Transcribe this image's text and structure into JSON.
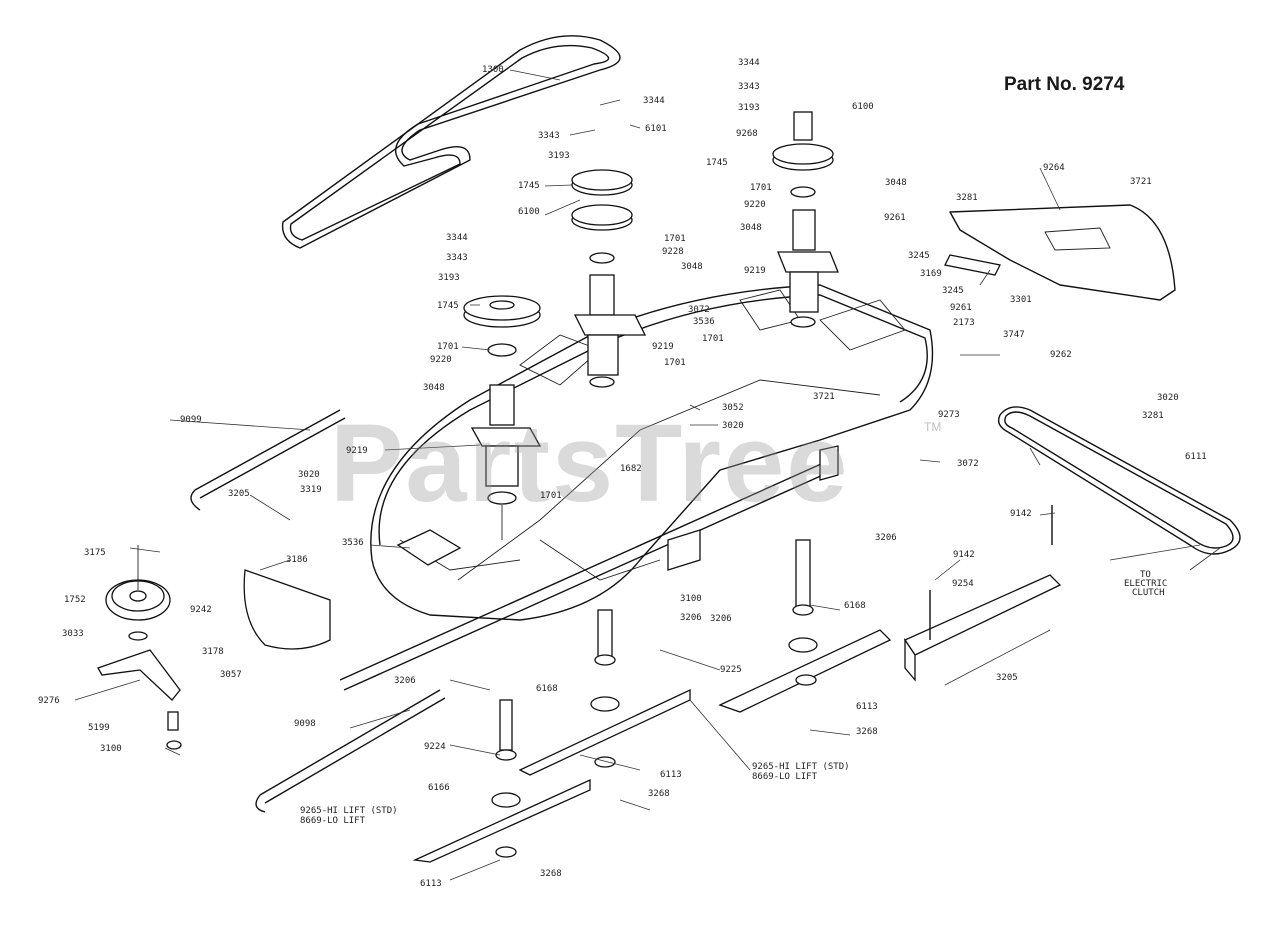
{
  "title": "Part No. 9274",
  "watermark": "PartsTree",
  "trademark": "TM",
  "labels": [
    {
      "id": "l1300",
      "text": "1300"
    },
    {
      "id": "l3344a",
      "text": "3344"
    },
    {
      "id": "l3343a",
      "text": "3343"
    },
    {
      "id": "l3193a",
      "text": "3193"
    },
    {
      "id": "l6101",
      "text": "6101"
    },
    {
      "id": "l1745a",
      "text": "1745"
    },
    {
      "id": "l6100a",
      "text": "6100"
    },
    {
      "id": "l3344b",
      "text": "3344"
    },
    {
      "id": "l3343b",
      "text": "3343"
    },
    {
      "id": "l3193b",
      "text": "3193"
    },
    {
      "id": "l1745b",
      "text": "1745"
    },
    {
      "id": "l1701a",
      "text": "1701"
    },
    {
      "id": "l9228",
      "text": "9228"
    },
    {
      "id": "l3048a",
      "text": "3048"
    },
    {
      "id": "l3072a",
      "text": "3072"
    },
    {
      "id": "l3536",
      "text": "3536"
    },
    {
      "id": "l9219a",
      "text": "9219"
    },
    {
      "id": "l1701b",
      "text": "1701"
    },
    {
      "id": "l1701c",
      "text": "1701"
    },
    {
      "id": "l9220a",
      "text": "9220"
    },
    {
      "id": "l3048b",
      "text": "3048"
    },
    {
      "id": "l9099",
      "text": "9099"
    },
    {
      "id": "l9219b",
      "text": "9219"
    },
    {
      "id": "l3052",
      "text": "3052"
    },
    {
      "id": "l3020a",
      "text": "3020"
    },
    {
      "id": "l1682",
      "text": "1682"
    },
    {
      "id": "l1701d",
      "text": "1701"
    },
    {
      "id": "l3020b",
      "text": "3020"
    },
    {
      "id": "l3319",
      "text": "3319"
    },
    {
      "id": "l3205a",
      "text": "3205"
    },
    {
      "id": "l3344c",
      "text": "3344"
    },
    {
      "id": "l3343c",
      "text": "3343"
    },
    {
      "id": "l3193c",
      "text": "3193"
    },
    {
      "id": "l9268",
      "text": "9268"
    },
    {
      "id": "l6100b",
      "text": "6100"
    },
    {
      "id": "l1745c",
      "text": "1745"
    },
    {
      "id": "l1701e",
      "text": "1701"
    },
    {
      "id": "l3048c",
      "text": "3048"
    },
    {
      "id": "l9220b",
      "text": "9220"
    },
    {
      "id": "l3048d",
      "text": "3048"
    },
    {
      "id": "l9261a",
      "text": "9261"
    },
    {
      "id": "l9219c",
      "text": "9219"
    },
    {
      "id": "l3245a",
      "text": "3245"
    },
    {
      "id": "l3169",
      "text": "3169"
    },
    {
      "id": "l3245b",
      "text": "3245"
    },
    {
      "id": "l9261b",
      "text": "9261"
    },
    {
      "id": "l1701f",
      "text": "1701"
    },
    {
      "id": "l2173",
      "text": "2173"
    },
    {
      "id": "l3747",
      "text": "3747"
    },
    {
      "id": "l9262",
      "text": "9262"
    },
    {
      "id": "l3721a",
      "text": "3721"
    },
    {
      "id": "l9273",
      "text": "9273"
    },
    {
      "id": "l3020c",
      "text": "3020"
    },
    {
      "id": "l3281a",
      "text": "3281"
    },
    {
      "id": "l6111",
      "text": "6111"
    },
    {
      "id": "l3072b",
      "text": "3072"
    },
    {
      "id": "l9264",
      "text": "9264"
    },
    {
      "id": "l3721b",
      "text": "3721"
    },
    {
      "id": "l3281b",
      "text": "3281"
    },
    {
      "id": "l3301",
      "text": "3301"
    },
    {
      "id": "l3175",
      "text": "3175"
    },
    {
      "id": "l3186",
      "text": "3186"
    },
    {
      "id": "l3536b",
      "text": "3536"
    },
    {
      "id": "l1752",
      "text": "1752"
    },
    {
      "id": "l9242",
      "text": "9242"
    },
    {
      "id": "l3033",
      "text": "3033"
    },
    {
      "id": "l3178",
      "text": "3178"
    },
    {
      "id": "l3057",
      "text": "3057"
    },
    {
      "id": "l9276",
      "text": "9276"
    },
    {
      "id": "l5199",
      "text": "5199"
    },
    {
      "id": "l3100a",
      "text": "3100"
    },
    {
      "id": "l3206a",
      "text": "3206"
    },
    {
      "id": "l9098",
      "text": "9098"
    },
    {
      "id": "l9224",
      "text": "9224"
    },
    {
      "id": "l3206b",
      "text": "3206"
    },
    {
      "id": "l6168a",
      "text": "6168"
    },
    {
      "id": "l3100b",
      "text": "3100"
    },
    {
      "id": "l3206c",
      "text": "3206"
    },
    {
      "id": "l9225",
      "text": "9225"
    },
    {
      "id": "l6168b",
      "text": "6168"
    },
    {
      "id": "l3206d",
      "text": "3206"
    },
    {
      "id": "l9142a",
      "text": "9142"
    },
    {
      "id": "l9142b",
      "text": "9142"
    },
    {
      "id": "l9254",
      "text": "9254"
    },
    {
      "id": "l3205b",
      "text": "3205"
    },
    {
      "id": "l6113a",
      "text": "6113"
    },
    {
      "id": "l3268a",
      "text": "3268"
    },
    {
      "id": "l6113b",
      "text": "6113"
    },
    {
      "id": "l3268b",
      "text": "3268"
    },
    {
      "id": "l6166",
      "text": "6166"
    },
    {
      "id": "l3268c",
      "text": "3268"
    },
    {
      "id": "l6113c",
      "text": "6113"
    },
    {
      "id": "lblade1a",
      "text": "9265-HI LIFT (STD)"
    },
    {
      "id": "lblade1b",
      "text": "8669-LO LIFT"
    },
    {
      "id": "lblade2a",
      "text": "9265-HI LIFT (STD)"
    },
    {
      "id": "lblade2b",
      "text": "8669-LO LIFT"
    },
    {
      "id": "lclutch1",
      "text": "TO"
    },
    {
      "id": "lclutch2",
      "text": "ELECTRIC"
    },
    {
      "id": "lclutch3",
      "text": "CLUTCH"
    }
  ]
}
